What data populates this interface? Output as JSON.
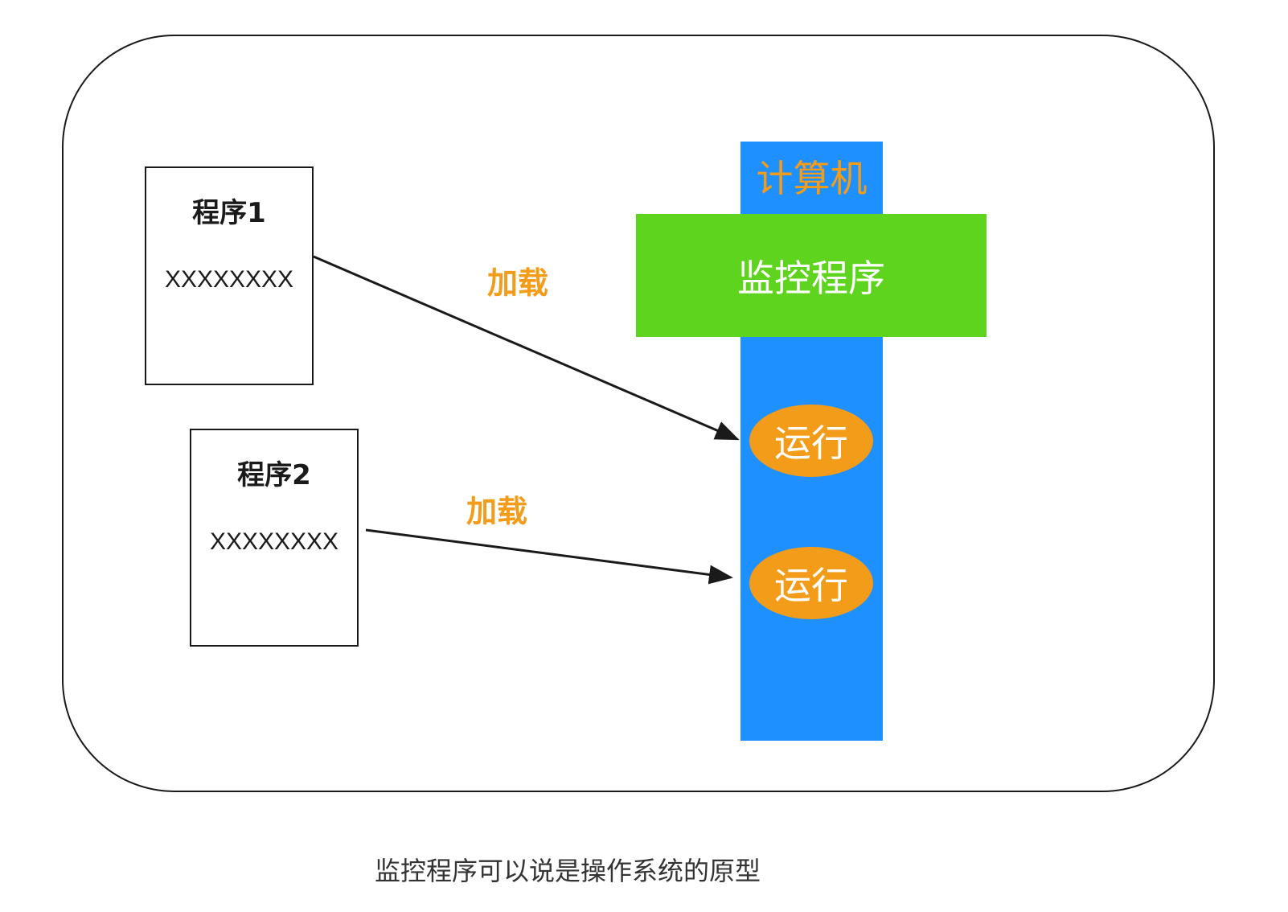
{
  "programs": [
    {
      "title": "程序1",
      "body": "XXXXXXXX"
    },
    {
      "title": "程序2",
      "body": "XXXXXXXX"
    }
  ],
  "edges": [
    {
      "from": "程序1",
      "to": "运行",
      "label": "加载"
    },
    {
      "from": "程序2",
      "to": "运行",
      "label": "加载"
    }
  ],
  "computer": {
    "label": "计算机"
  },
  "monitor": {
    "label": "监控程序"
  },
  "run_nodes": [
    {
      "label": "运行"
    },
    {
      "label": "运行"
    }
  ],
  "caption": "监控程序可以说是操作系统的原型",
  "colors": {
    "computer": "#1e90ff",
    "monitor": "#5ed41e",
    "accent": "#f39c1a",
    "stroke": "#1a1a1a"
  }
}
